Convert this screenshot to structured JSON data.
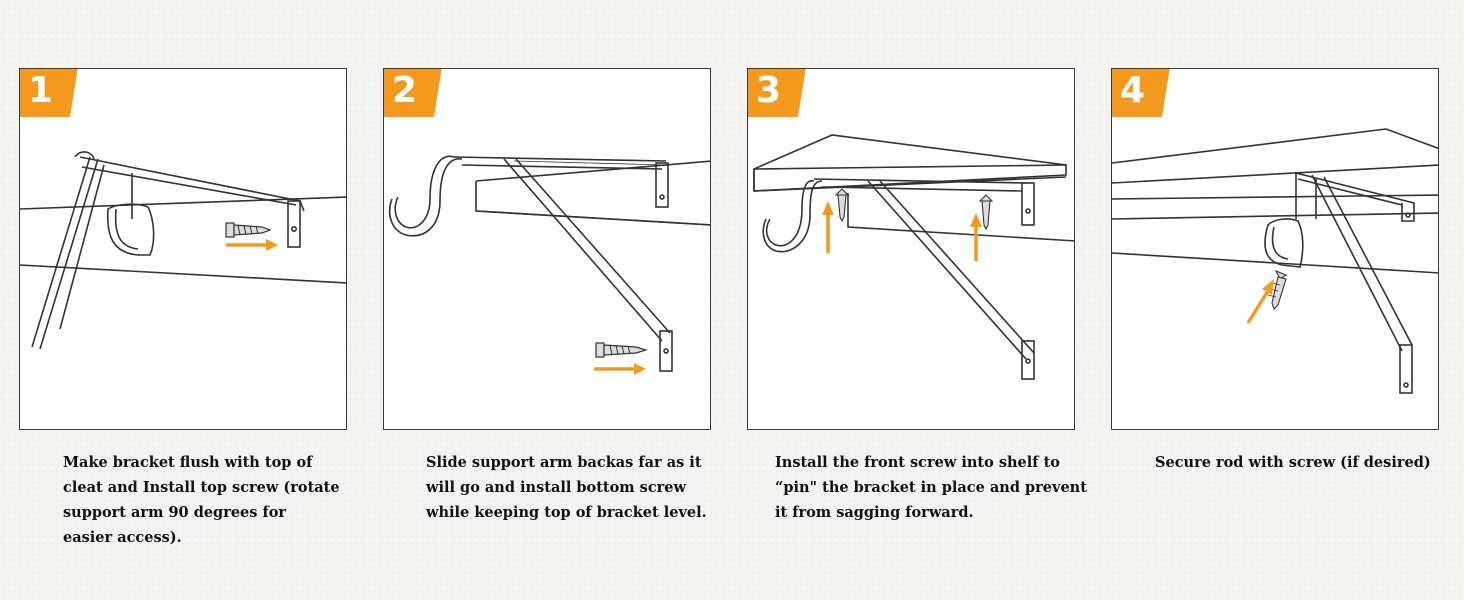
{
  "accent_color": "#f39a1e",
  "steps": [
    {
      "number": "1",
      "caption_lines": [
        "Make bracket flush with top of",
        "cleat and Install top screw (rotate",
        "support arm 90 degrees for",
        "easier access)."
      ]
    },
    {
      "number": "2",
      "caption_lines": [
        "Slide support arm backas far as it",
        "will go and install bottom screw",
        "while keeping top of bracket level."
      ]
    },
    {
      "number": "3",
      "caption_lines": [
        "Install the front screw into shelf to",
        "“pin\" the bracket in place and prevent",
        "it from sagging forward."
      ]
    },
    {
      "number": "4",
      "caption_lines": [
        "Secure rod with screw (if desired)"
      ]
    }
  ]
}
